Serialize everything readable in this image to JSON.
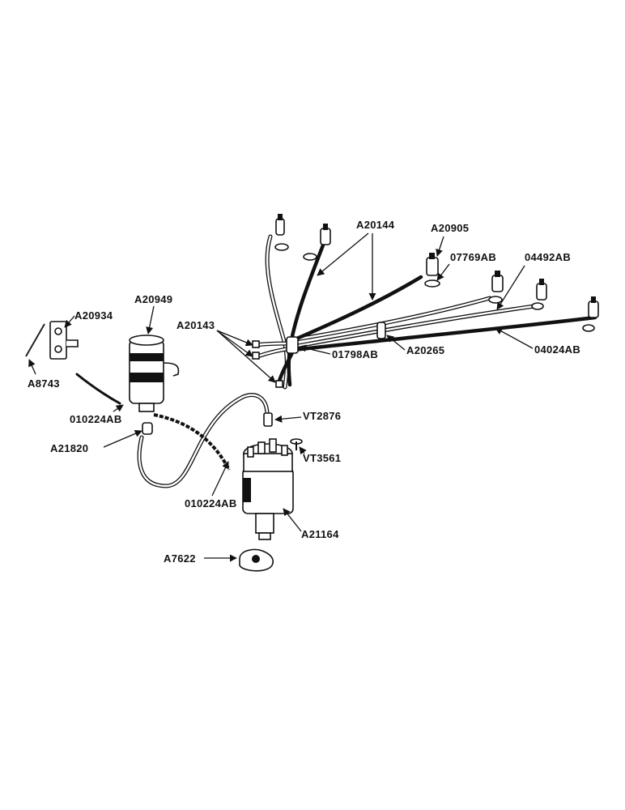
{
  "labels": {
    "a20144": "A20144",
    "a20905": "A20905",
    "l07769ab": "07769AB",
    "l04492ab": "04492AB",
    "a20949": "A20949",
    "a20934": "A20934",
    "a20143": "A20143",
    "l01798ab": "01798AB",
    "a20265": "A20265",
    "l04024ab": "04024AB",
    "a8743": "A8743",
    "l010224ab_top": "010224AB",
    "vt2876": "VT2876",
    "a21820": "A21820",
    "vt3561": "VT3561",
    "l010224ab_bottom": "010224AB",
    "a21164": "A21164",
    "a7622": "A7622"
  }
}
